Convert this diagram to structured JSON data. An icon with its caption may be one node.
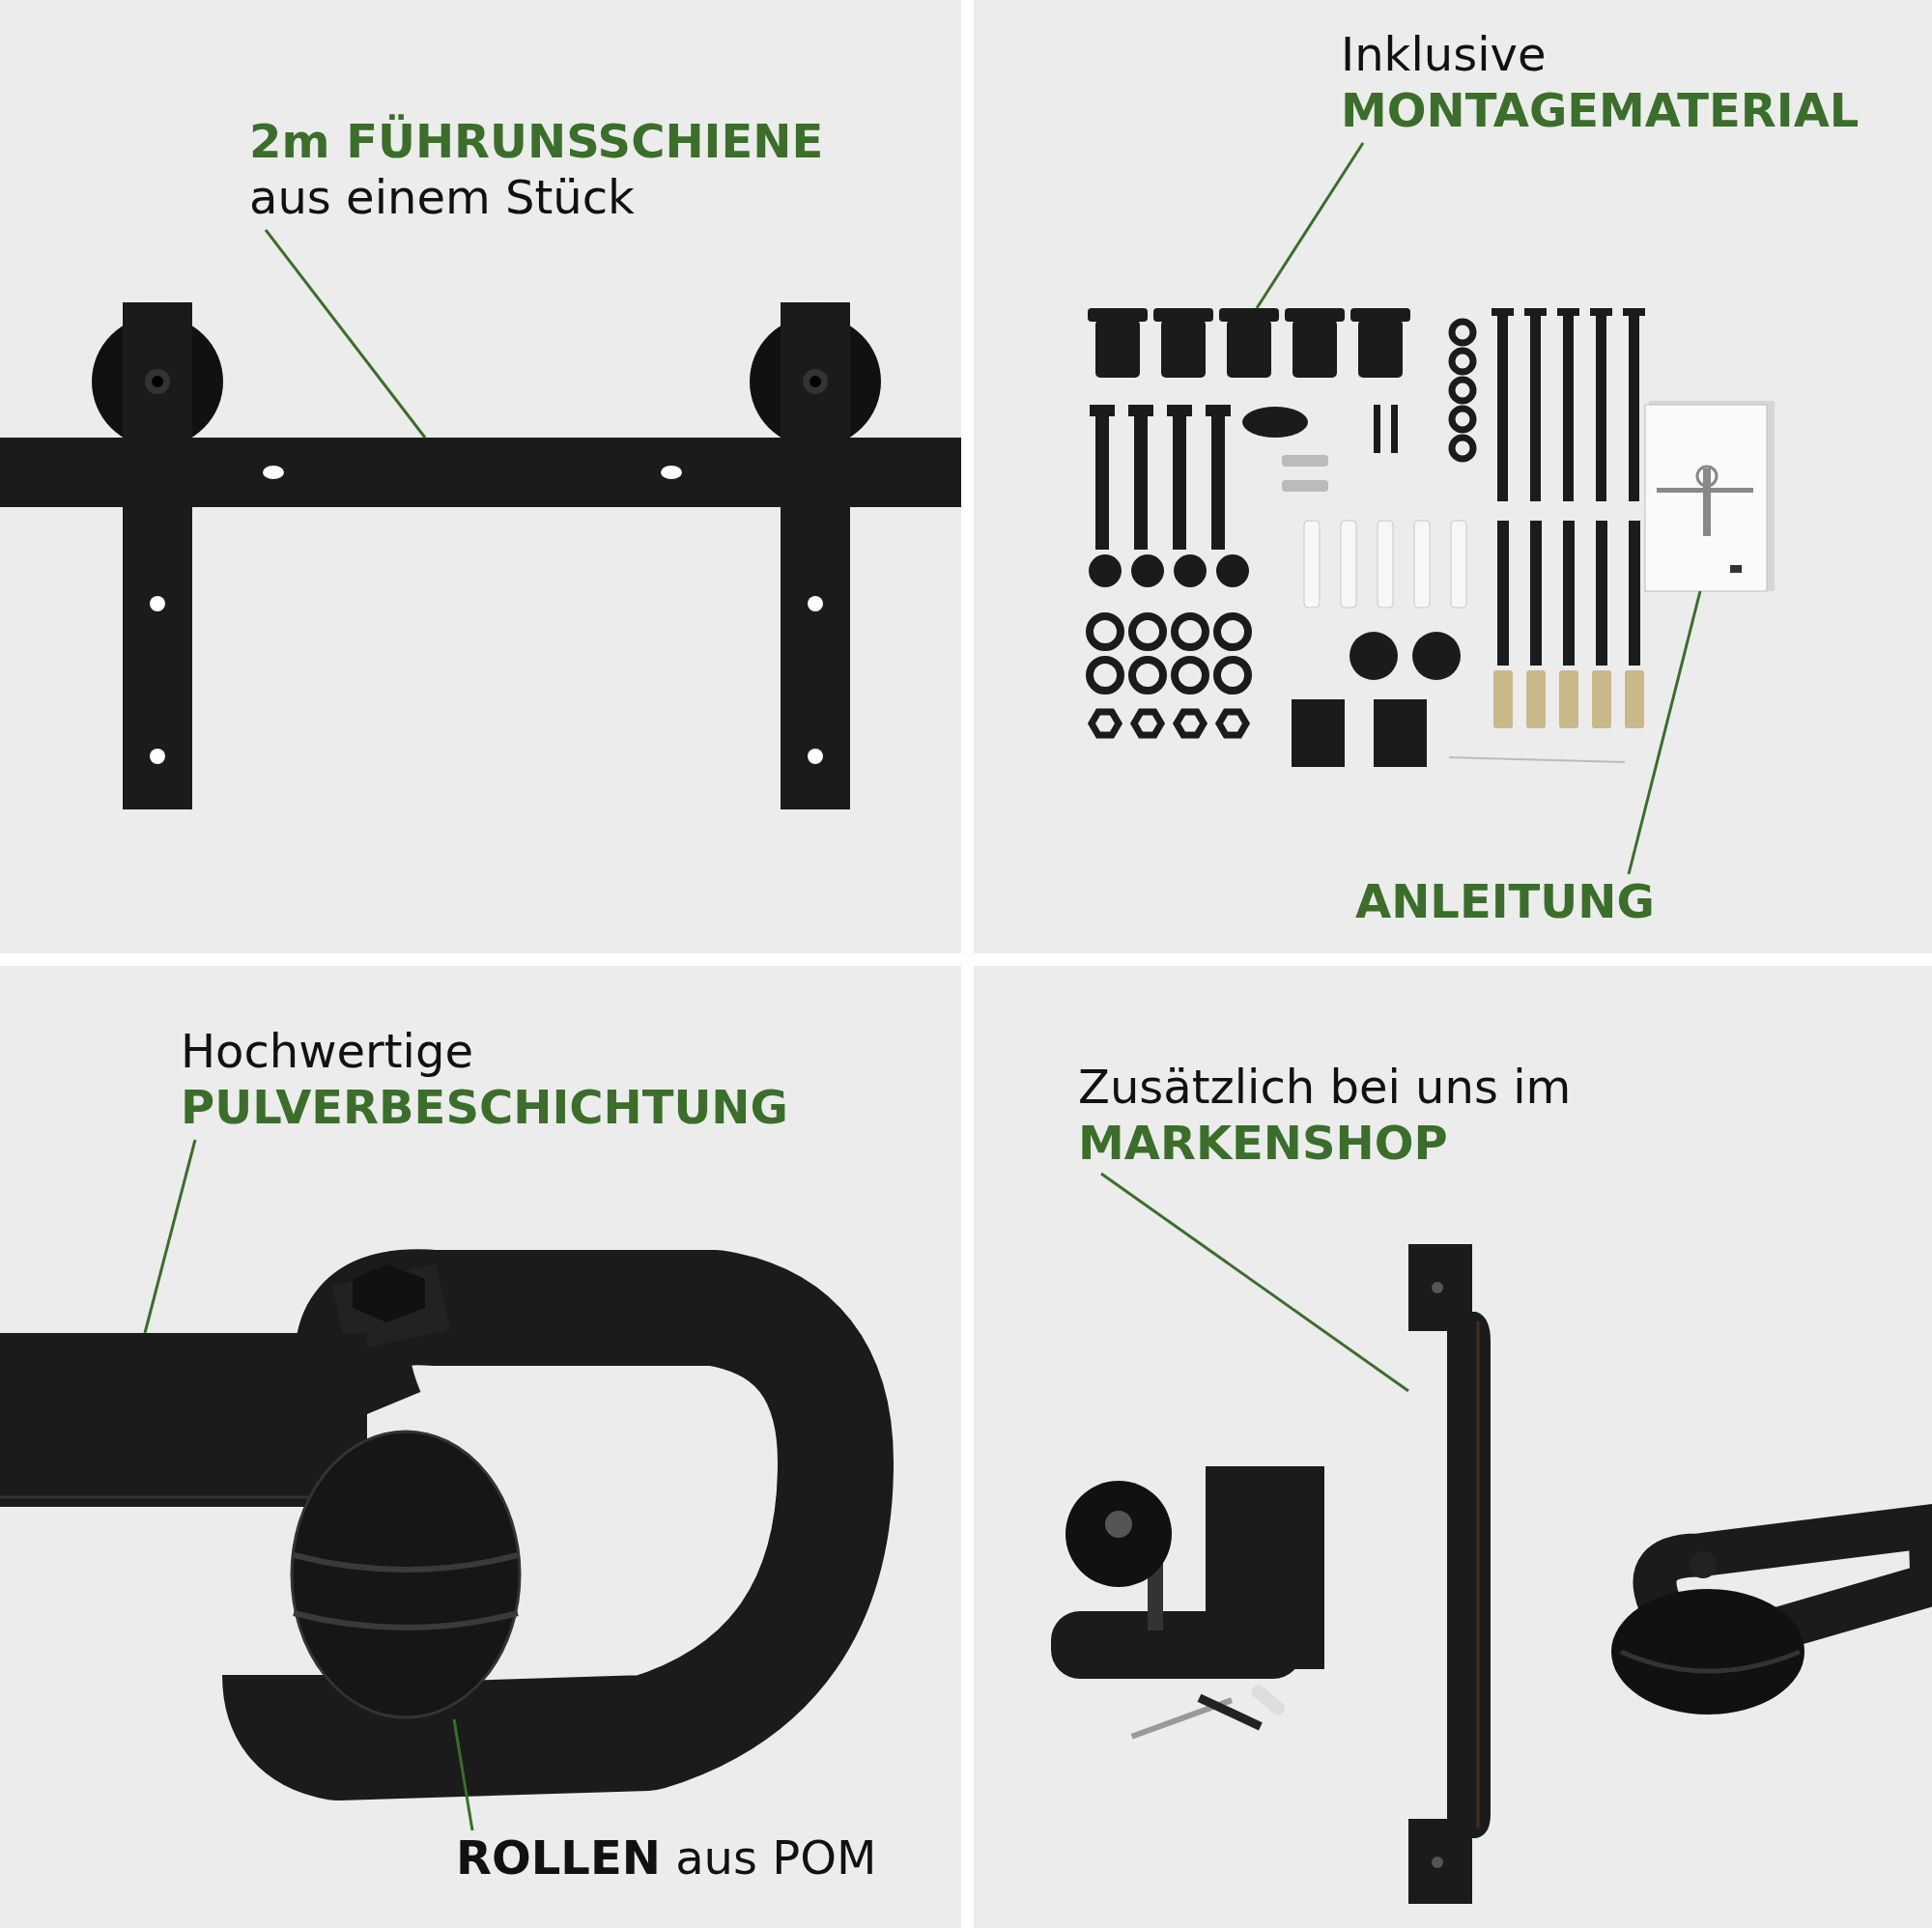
{
  "diagram": {
    "nodes": [
      {
        "text": [
          "2m FÜHRUNSSCHIENE",
          "aus einem Stück"
        ]
      },
      {
        "text": [],
        "shape": "picture"
      },
      {
        "text": [
          "Inklusive",
          "MONTAGEMATERIAL"
        ]
      },
      {
        "text": [],
        "shape": "picture"
      },
      {
        "text": [],
        "shape": "picture"
      },
      {
        "text": [
          "ANLEITUNG"
        ]
      },
      {
        "text": [
          "Hochwertige",
          "PULVERBESCHICHTUNG"
        ]
      },
      {
        "text": [],
        "shape": "picture"
      },
      {
        "text": [],
        "shape": "picture"
      },
      {
        "text": [
          "**ROLLEN** aus POM"
        ]
      },
      {
        "text": [
          "Zusätzlich bei uns im",
          "MARKENSHOP"
        ]
      },
      {
        "text": [],
        "shape": "picture"
      }
    ],
    "edges": [
      {
        "from": 0,
        "to": 1,
        "arrow": "none"
      },
      {
        "from": 2,
        "to": 3,
        "arrow": "none"
      },
      {
        "from": 5,
        "to": 4,
        "arrow": "none"
      },
      {
        "from": 6,
        "to": 7,
        "arrow": "none"
      },
      {
        "from": 9,
        "to": 8,
        "arrow": "none"
      },
      {
        "from": 10,
        "to": 11,
        "arrow": "none"
      }
    ]
  }
}
